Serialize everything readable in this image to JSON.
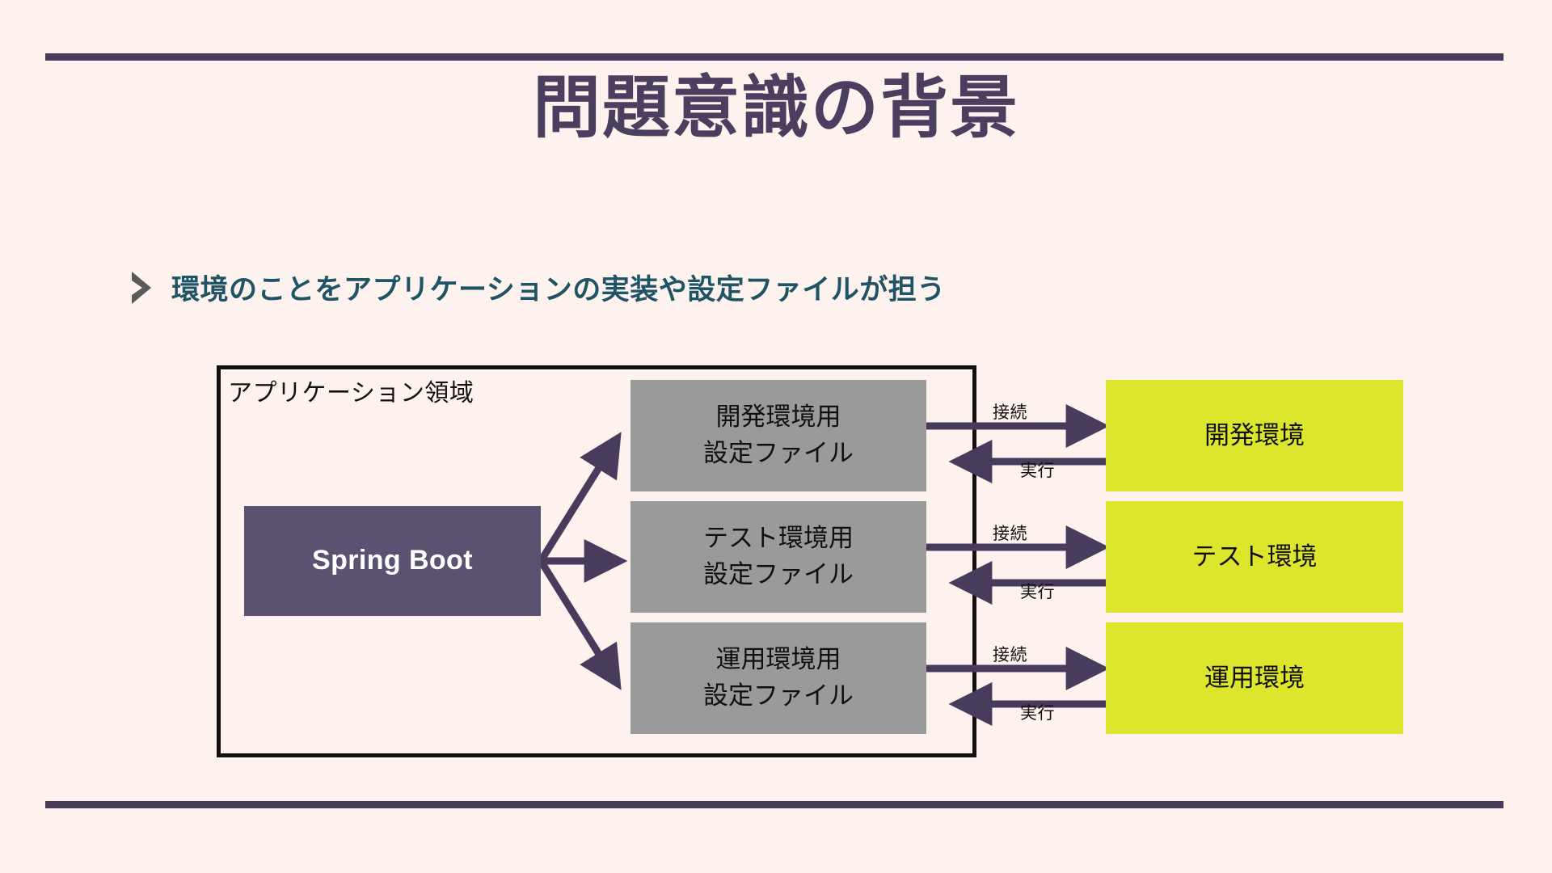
{
  "slide": {
    "title": "問題意識の背景",
    "background_color": "#fdf2ed",
    "title_color": "#4a3f5e",
    "rule_color": "#473c5c"
  },
  "bullet": {
    "icon": "chevron-right-icon",
    "icon_color": "#5a5a5a",
    "text": "環境のことをアプリケーションの実装や設定ファイルが担う",
    "text_color": "#1f5366"
  },
  "diagram": {
    "region_label": "アプリケーション領域",
    "region_border_color": "#111111",
    "app": {
      "label": "Spring Boot",
      "fill": "#5b5170",
      "text_color": "#ffffff"
    },
    "config_fill": "#9a9a9a",
    "env_fill": "#dde52c",
    "arrow_color": "#473c5c",
    "rows": [
      {
        "config_line1": "開発環境用",
        "config_line2": "設定ファイル",
        "env": "開発環境",
        "forward_label": "接続",
        "back_label": "実行"
      },
      {
        "config_line1": "テスト環境用",
        "config_line2": "設定ファイル",
        "env": "テスト環境",
        "forward_label": "接続",
        "back_label": "実行"
      },
      {
        "config_line1": "運用環境用",
        "config_line2": "設定ファイル",
        "env": "運用環境",
        "forward_label": "接続",
        "back_label": "実行"
      }
    ]
  }
}
